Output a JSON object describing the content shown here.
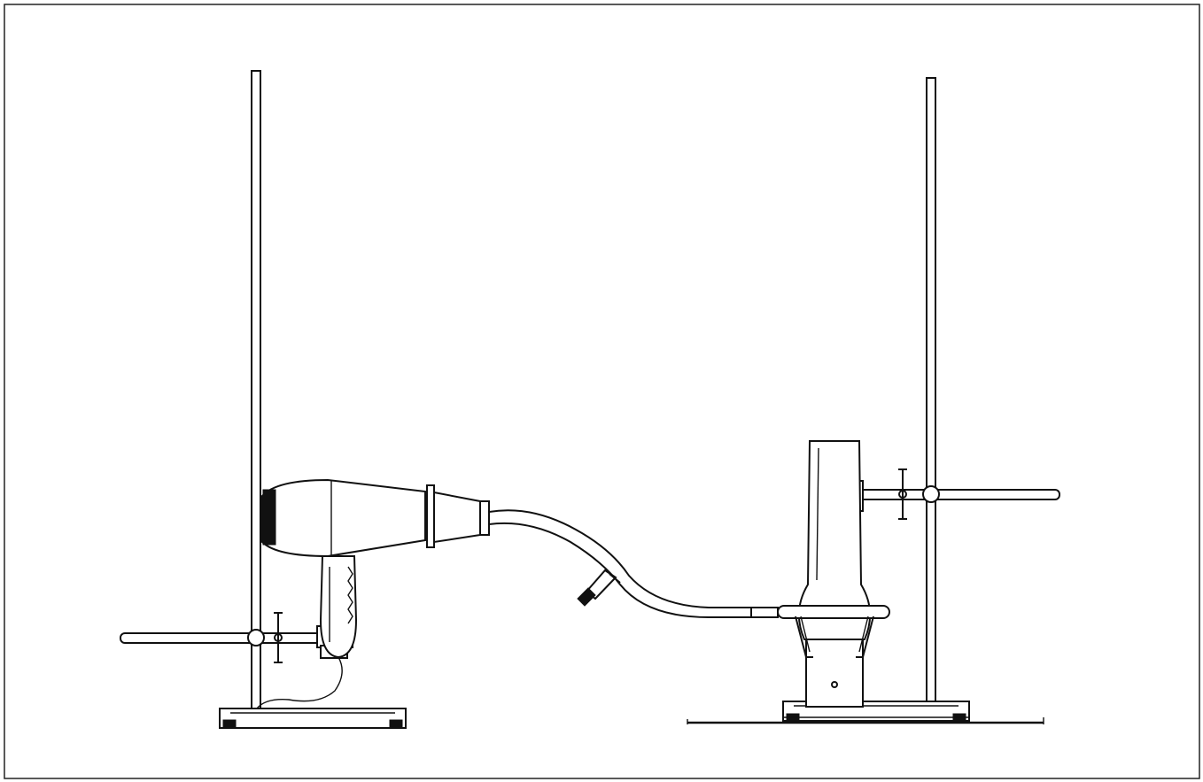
{
  "figure": {
    "caption": "",
    "components": [
      "retort-stand-left",
      "retort-stand-right",
      "hair-dryer",
      "flexible-hose",
      "lamp-chimney",
      "clamps"
    ]
  }
}
